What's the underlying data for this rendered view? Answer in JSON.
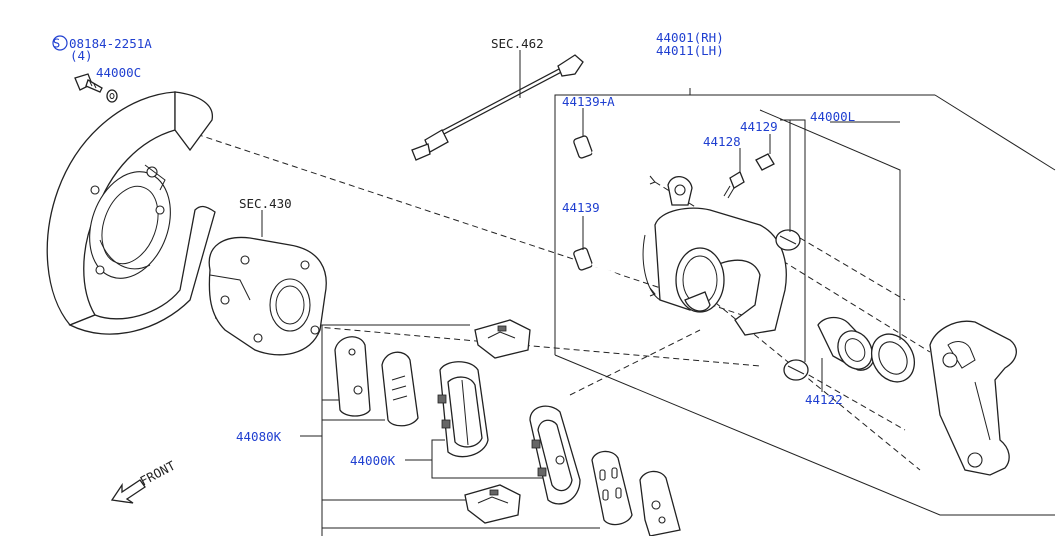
{
  "labels": {
    "screw_no": "08184-2251A",
    "screw_qty": "(4)",
    "screw_symbol": "S",
    "washer": "44000C",
    "hose": "SEC.462",
    "hub": "SEC.430",
    "caliper_rh": "44001(RH)",
    "caliper_lh": "44011(LH)",
    "pin_a": "44139+A",
    "pin": "44139",
    "bleeder": "44128",
    "bleeder_cap": "44129",
    "seal_kit": "44000L",
    "piston": "44122",
    "pad_kit": "44080K",
    "pad_set": "44000K",
    "front": "FRONT"
  },
  "icons": {
    "front_arrow": "front-arrow-icon"
  }
}
